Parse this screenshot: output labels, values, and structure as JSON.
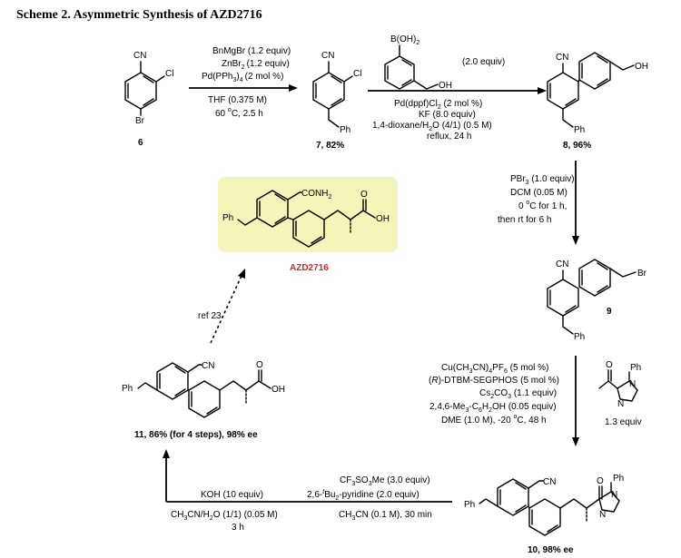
{
  "title": "Scheme 2. Asymmetric Synthesis of AZD2716",
  "colors": {
    "highlight_box": "#f6f5b9",
    "target_label": "#e0261e"
  },
  "compounds": {
    "c6": {
      "label": "6",
      "atoms": {
        "cn": "CN",
        "cl": "Cl",
        "br": "Br"
      }
    },
    "c7": {
      "label": "7, 82%",
      "atoms": {
        "cn": "CN",
        "cl": "Cl",
        "ph": "Ph"
      }
    },
    "c8": {
      "label": "8, 96%",
      "atoms": {
        "cn": "CN",
        "oh": "OH",
        "ph": "Ph"
      }
    },
    "c9": {
      "label": "9",
      "atoms": {
        "cn": "CN",
        "br": "Br",
        "ph": "Ph"
      }
    },
    "c10": {
      "label": "10, 98% ee",
      "atoms": {
        "cn": "CN",
        "o": "O",
        "n1": "N",
        "n2": "N",
        "ph": "Ph",
        "ph2": "Ph"
      }
    },
    "c11": {
      "label": "11, 86% (for 4 steps), 98% ee",
      "atoms": {
        "cn": "CN",
        "o": "O",
        "oh": "OH",
        "ph": "Ph"
      }
    },
    "azd": {
      "label": "AZD2716",
      "atoms": {
        "conh2": "CONH",
        "sub2": "2",
        "o": "O",
        "oh": "OH",
        "ph": "Ph"
      }
    },
    "boronic": {
      "atoms": {
        "boh": "B(OH)",
        "sub2": "2",
        "oh": "OH"
      },
      "equiv": "(2.0 equiv)"
    },
    "imidazole": {
      "atoms": {
        "o": "O",
        "n1": "N",
        "n2": "N",
        "ph": "Ph"
      },
      "equiv": "1.3 equiv"
    }
  },
  "steps": {
    "s1": {
      "lines": [
        "BnMgBr (1.2 equiv)",
        "ZnBr",
        "(1.2 equiv)",
        "Pd(PPh",
        ")",
        "(2 mol %)",
        "THF (0.375 M)",
        "60 ",
        "C, 2.5 h"
      ]
    },
    "s2": {
      "lines": [
        "Pd(dppf)Cl",
        " (2 mol %)",
        "KF (8.0 equiv)",
        "1,4-dioxane/H",
        "O (4/1) (0.5 M)",
        "reflux, 24 h"
      ]
    },
    "s3": {
      "lines": [
        "PBr",
        " (1.0 equiv)",
        "DCM (0.05 M)",
        "0 ",
        "C for 1 h,",
        "then rt for 6 h"
      ]
    },
    "s4": {
      "lines": [
        "Cu(CH",
        "CN)",
        "PF",
        " (5 mol %)",
        "(",
        "R",
        ")-DTBM-SEGPHOS (5 mol %)",
        "Cs",
        "CO",
        " (1.1 equiv)",
        "2,4,6-Me",
        "-C",
        "H",
        "OH (0.05 equiv)",
        "DME (1.0 M), -20 ",
        "C, 48 h"
      ]
    },
    "s5": {
      "lines": [
        "CF",
        "SO",
        "Me (3.0 equiv)",
        "2,6-",
        "t",
        "Bu",
        "-pyridine (2.0 equiv)",
        "CH",
        "CN (0.1 M), 30 min"
      ]
    },
    "s6": {
      "lines": [
        "KOH (10 equiv)",
        "CH",
        "CN/H",
        "O (1/1) (0.05 M)",
        "3 h"
      ]
    },
    "s7": {
      "lines": [
        "ref 23"
      ]
    }
  },
  "subs": {
    "two": "2",
    "three": "3",
    "four": "4",
    "six": "6",
    "deg": "o"
  }
}
